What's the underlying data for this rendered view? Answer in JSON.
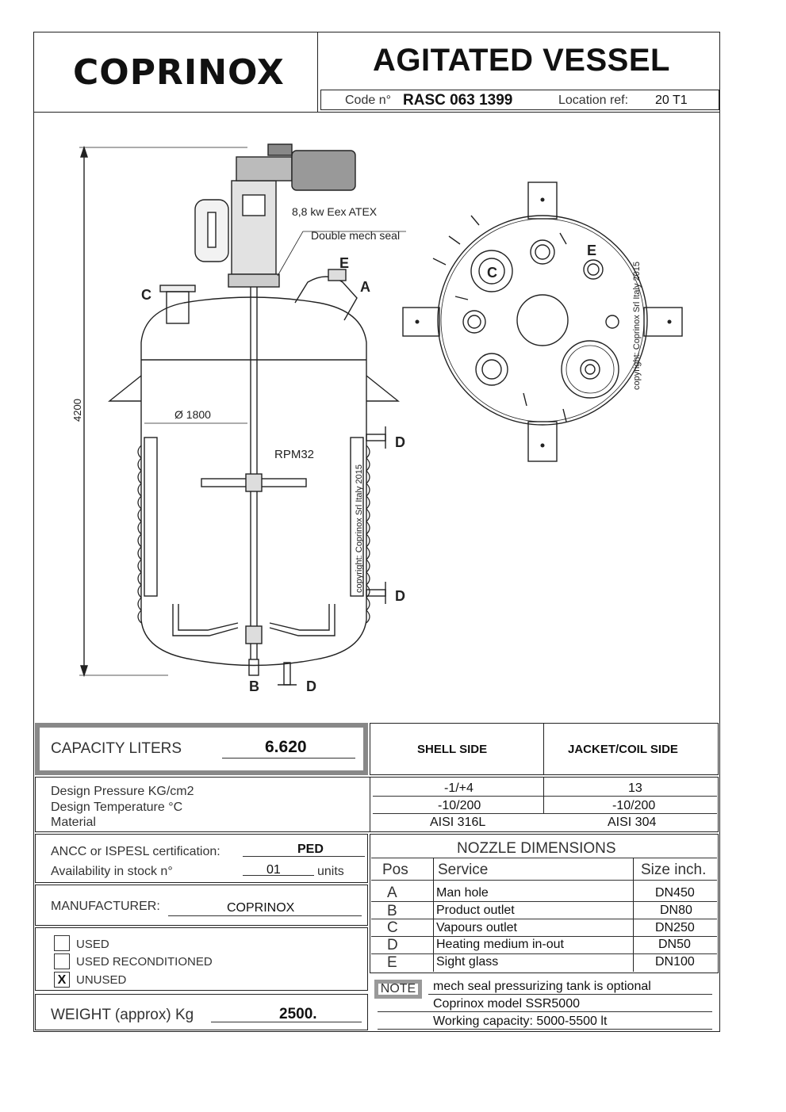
{
  "header": {
    "logo": "COPRINOX",
    "title": "AGITATED VESSEL",
    "code_label": "Code n°",
    "code_value": "RASC 063 1399",
    "location_label": "Location ref:",
    "location_value": "20 T1"
  },
  "drawing": {
    "motor_label": "8,8 kw Eex ATEX",
    "seal_label": "Double mech seal",
    "diameter_label": "Ø 1800",
    "height_label": "4200",
    "rpm_label": "RPM32",
    "copyright_side": "copyright: Coprinox Srl Italy 2015",
    "copyright_top": "copyright: Coprinox Srl Italy 2015",
    "nozzle_c": "C",
    "nozzle_e": "E",
    "nozzle_a": "A",
    "nozzle_d_upper": "D",
    "nozzle_d_lower": "D",
    "nozzle_b_bottom": "B",
    "nozzle_d_bottom": "D",
    "top_c": "C",
    "top_e": "E"
  },
  "capacity": {
    "label": "CAPACITY LITERS",
    "value": "6.620"
  },
  "design": {
    "shell_header": "SHELL SIDE",
    "jacket_header": "JACKET/COIL SIDE",
    "rows": [
      {
        "label": "Design  Pressure  KG/cm2",
        "shell": "-1/+4",
        "jacket": "13"
      },
      {
        "label": "Design  Temperature   °C",
        "shell": "-10/200",
        "jacket": "-10/200"
      },
      {
        "label": "Material",
        "shell": "AISI  316L",
        "jacket": "AISI  304"
      }
    ]
  },
  "certification": {
    "label": "ANCC  or  ISPESL certification:",
    "value": "PED",
    "stock_label": "Availability in stock n°",
    "stock_value": "01",
    "stock_unit": "units"
  },
  "manufacturer": {
    "label": "MANUFACTURER:",
    "value": "COPRINOX"
  },
  "condition": {
    "used": "USED",
    "reconditioned": "USED RECONDITIONED",
    "unused": "UNUSED",
    "unused_mark": "X"
  },
  "weight": {
    "label": "WEIGHT (approx) Kg",
    "value": "2500."
  },
  "nozzles": {
    "title": "NOZZLE  DIMENSIONS",
    "headers": {
      "pos": "Pos",
      "service": "Service",
      "size": "Size inch."
    },
    "rows": [
      {
        "pos": "A",
        "service": "Man hole",
        "size": "DN450"
      },
      {
        "pos": "B",
        "service": "Product outlet",
        "size": "DN80"
      },
      {
        "pos": "C",
        "service": "Vapours outlet",
        "size": "DN250"
      },
      {
        "pos": "D",
        "service": "Heating medium in-out",
        "size": "DN50"
      },
      {
        "pos": "E",
        "service": "Sight glass",
        "size": "DN100"
      }
    ]
  },
  "notes": {
    "label": "NOTE",
    "lines": [
      "mech seal pressurizing tank is optional",
      "Coprinox model SSR5000",
      "Working capacity: 5000-5500 lt"
    ]
  }
}
